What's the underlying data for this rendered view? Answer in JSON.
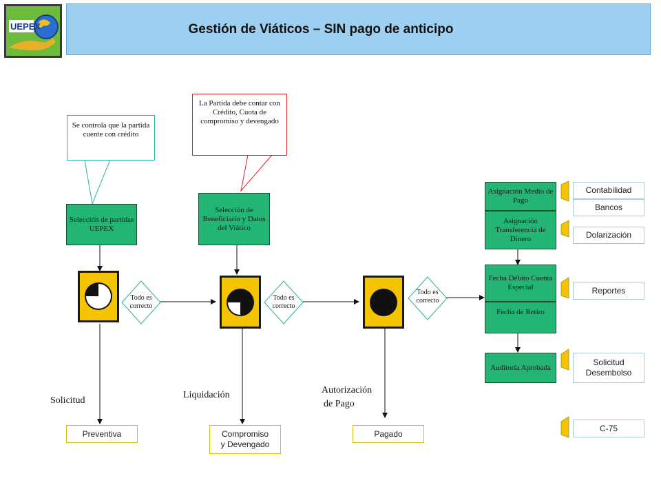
{
  "title": "Gestión de Viáticos – SIN pago de anticipo",
  "logo": {
    "text": "UEPEX"
  },
  "callouts": {
    "first": "Se controla que la partida cuente con crédito",
    "second": "La Partida debe contar con Crédito, Cuota de compromiso y devengado"
  },
  "steps": {
    "seleccion_partidas": "Selección de partidas UEPEX",
    "seleccion_beneficiario": "Selección de Beneficiario y Datos del Viático",
    "asignacion_medio": "Asignación Medio de Pago",
    "asignacion_transferencia": "Asignación Transferencia de Dinero",
    "fecha_debito": "Fecha Débito Cuenta Especial",
    "fecha_retiro": "Fecha de Retiro",
    "auditoria": "Auditoría Aprobada"
  },
  "decisions": [
    "Todo es correcto",
    "Todo es correcto",
    "Todo es correcto"
  ],
  "stages": {
    "solicitud": "Solicitud",
    "liquidacion": "Liquidación",
    "autorizacion_1": "Autorización",
    "autorizacion_2": "de Pago"
  },
  "outputs": {
    "preventiva": "Preventiva",
    "compromiso": "Compromiso y Devengado",
    "pagado": "Pagado"
  },
  "reports": {
    "contabilidad": "Contabilidad",
    "bancos": "Bancos",
    "dolarizacion": "Dolarización",
    "reportes": "Reportes",
    "solicitud_desembolso": "Solicitud Desembolso",
    "c75": "C-75"
  },
  "colors": {
    "header": "#9dd0f0",
    "process_green": "#22b573",
    "icon_yellow": "#f5c400",
    "callout_cyan": "#2ab0a0",
    "callout_red": "#e02020"
  }
}
